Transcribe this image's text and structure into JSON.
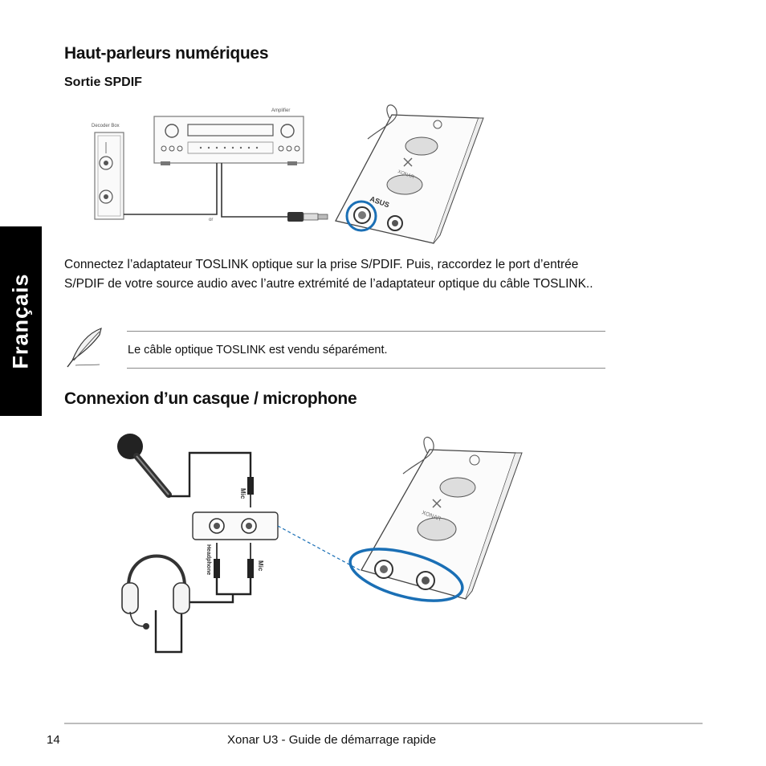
{
  "side_tab": "Français",
  "section1": {
    "heading": "Haut-parleurs numériques",
    "subheading": "Sortie SPDIF",
    "figure_labels": {
      "decoder": "Decoder Box",
      "amplifier": "Amplifier",
      "or": "or",
      "brand": "XONAR",
      "logo": "ASUS"
    },
    "paragraph": "Connectez l’adaptateur TOSLINK optique sur la prise S/PDIF. Puis, raccordez le port d’entrée S/PDIF de votre source audio avec l’autre extrémité de l’adaptateur optique du câble TOSLINK..",
    "note": "Le câble optique TOSLINK est vendu séparément."
  },
  "section2": {
    "heading": "Connexion d’un casque / microphone",
    "figure_labels": {
      "mic_top": "Mic",
      "headphone": "Headphone",
      "mic_bottom": "Mic",
      "brand": "XONAR"
    }
  },
  "footer": {
    "page_number": "14",
    "title": "Xonar U3 - Guide de démarrage rapide"
  }
}
